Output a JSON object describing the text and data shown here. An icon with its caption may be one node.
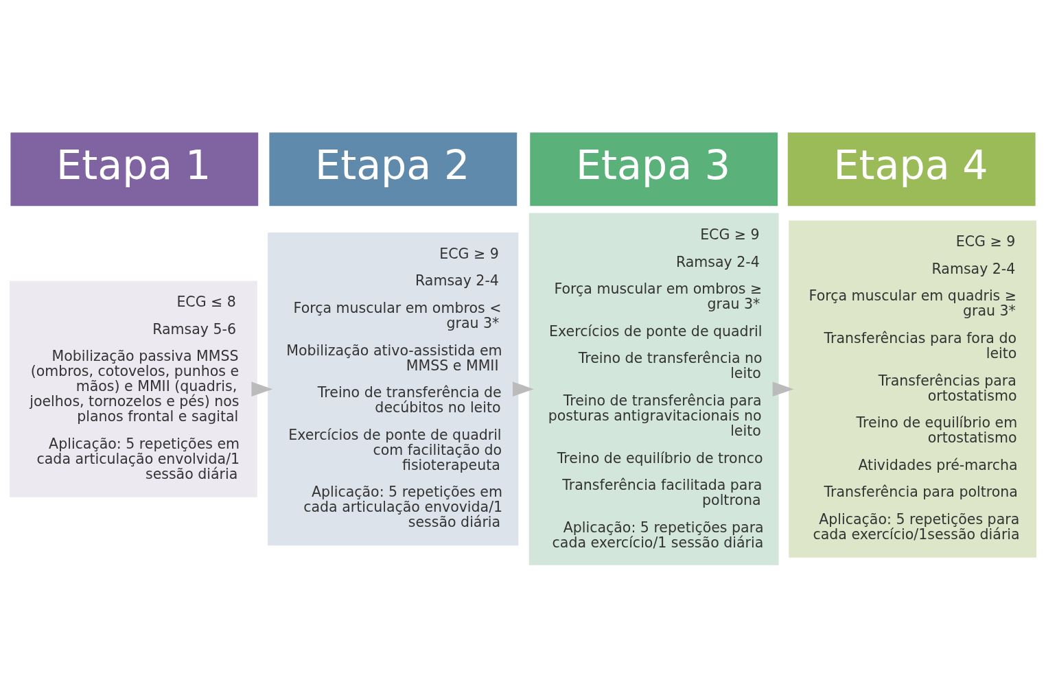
{
  "diagram": {
    "nodes": [
      {
        "text": [
          "Etapa 1"
        ]
      },
      {
        "text": [
          "ECG ≤ 8",
          "Ramsay 5-6",
          "Mobilização passiva MMSS (ombros, cotovelos, punhos e mãos) e MMII (quadris, joelhos, tornozelos e pés) nos planos frontal e sagital",
          "Aplicação: 5 repetições em cada articulação envolvida/1 sessão diária"
        ]
      },
      {
        "text": [
          "Etapa 2"
        ]
      },
      {
        "text": [
          "ECG ≥ 9",
          "Ramsay 2-4",
          "Força muscular em ombros < grau 3*",
          "Mobilização ativo-assistida em MMSS e MMII",
          "Treino de transferência de decúbitos no leito",
          "Exercícios de ponte de quadril com facilitação do fisioterapeuta",
          "Aplicação: 5 repetições em cada articulação envovida/1 sessão diária"
        ]
      },
      {
        "text": [
          "Etapa 3"
        ]
      },
      {
        "text": [
          "ECG ≥ 9",
          "Ramsay 2-4",
          "Força muscular em ombros ≥ grau 3*",
          "Exercícios de ponte de quadril",
          "Treino de transferência no leito",
          "Treino de transferência para posturas antigravitacionais no leito",
          "Treino de equilíbrio de tronco",
          "Transferência facilitada para poltrona",
          "Aplicação: 5 repetições para cada exercício/1 sessão diária"
        ]
      },
      {
        "text": [
          "Etapa 4"
        ]
      },
      {
        "text": [
          "ECG ≥ 9",
          "Ramsay 2-4",
          "Força muscular em quadris ≥ grau 3*",
          "Transferências para fora do leito",
          "Transferências para ortostatismo",
          "Treino de equilíbrio em ortostatismo",
          "Atividades pré-marcha",
          "Transferência para poltrona",
          "Aplicação: 5 repetições para cada exercício/1sessão diária"
        ]
      }
    ],
    "edges": [
      {
        "from": 1,
        "to": 3,
        "arrow": "to"
      },
      {
        "from": 3,
        "to": 5,
        "arrow": "to"
      },
      {
        "from": 5,
        "to": 7,
        "arrow": "to"
      }
    ]
  }
}
